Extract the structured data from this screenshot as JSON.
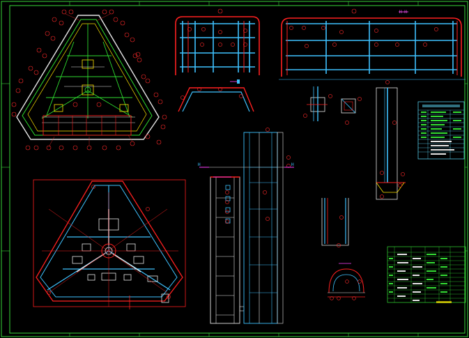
{
  "drawing": {
    "view_markers": {
      "section_mark": "H-H"
    },
    "colors": {
      "background": "#000000",
      "border": "#39d63a",
      "outline_red": "#ff2020",
      "member_blue": "#3fc2ff",
      "member_cyan": "#33e6e6",
      "member_green": "#2fdc2f",
      "member_white": "#e6e6e6",
      "member_yellow": "#ffe400",
      "magenta": "#ff40ff",
      "balloon_red": "#ff2a2a"
    },
    "views": [
      {
        "id": "triangular-platform-plan",
        "icon": "triangle-plan"
      },
      {
        "id": "railing-elevation-left",
        "icon": "railing"
      },
      {
        "id": "railing-elevation-right",
        "icon": "railing"
      },
      {
        "id": "bent-railing-plan",
        "icon": "railing-plan"
      },
      {
        "id": "connection-details",
        "icon": "detail"
      },
      {
        "id": "column-elevation",
        "icon": "column"
      },
      {
        "id": "ladder-elevation",
        "icon": "ladder"
      },
      {
        "id": "support-frame-plan",
        "icon": "triangle-frame"
      },
      {
        "id": "cage-section",
        "icon": "cage"
      },
      {
        "id": "small-bracket-elevation",
        "icon": "bracket"
      }
    ],
    "tables": [
      {
        "id": "notes-table",
        "color": "#5fe0ff"
      },
      {
        "id": "material-list-table",
        "color": "#34e034"
      }
    ]
  }
}
